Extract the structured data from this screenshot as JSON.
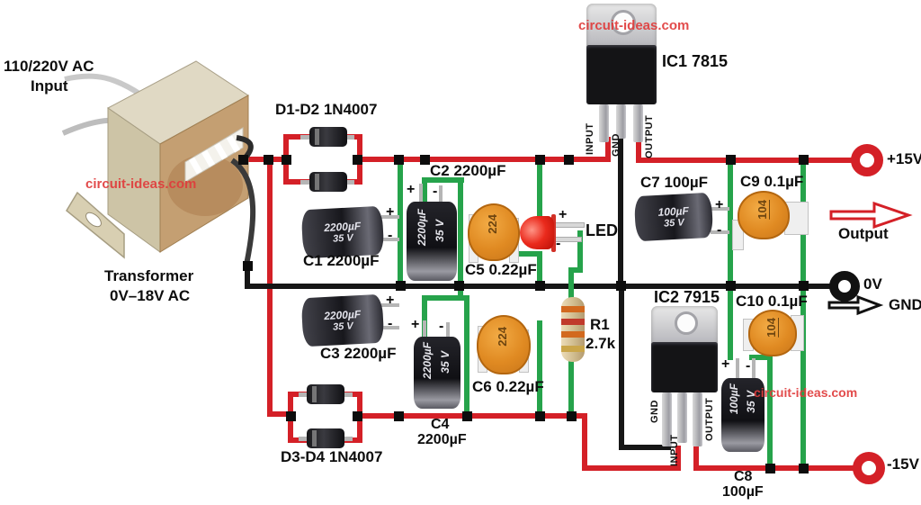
{
  "watermark": "circuit-ideas.com",
  "ac_input": {
    "line1": "110/220V AC",
    "line2": "Input"
  },
  "transformer": {
    "line1": "Transformer",
    "line2": "0V–18V AC"
  },
  "diodes": {
    "d1_d2": "D1-D2 1N4007",
    "d3_d4": "D3-D4 1N4007"
  },
  "caps": {
    "c1": "C1 2200µF",
    "c2": "C2 2200µF",
    "c3": "C3 2200µF",
    "c4_line1": "C4",
    "c4_line2": "2200µF",
    "c5": "C5 0.22µF",
    "c6": "C6 0.22µF",
    "c7": "C7 100µF",
    "c8_line1": "C8",
    "c8_line2": "100µF",
    "c9": "C9 0.1µF",
    "c10": "C10  0.1µF"
  },
  "resistor": {
    "line1": "R1",
    "line2": "2.7k"
  },
  "led_label": "LED",
  "regulators": {
    "ic1": "IC1 7815",
    "ic2": "IC2 7915",
    "pin_input": "INPUT",
    "pin_gnd": "GND",
    "pin_output": "OUTPUT"
  },
  "terminals": {
    "plus15": "+15V",
    "zero": "0V",
    "gnd": "GND",
    "minus15": "-15V",
    "output": "Output"
  },
  "polarity": {
    "plus": "+",
    "minus": "-"
  },
  "markings": {
    "electrolytic_2200": "2200µF",
    "volt_35": "35 V",
    "electrolytic_100": "100µF",
    "disc_224": "224",
    "disc_104": "104"
  },
  "colors": {
    "wire_positive": "#d42027",
    "wire_ground": "#161616",
    "wire_link_green": "#26a34b",
    "watermark": "#e03c3c"
  }
}
